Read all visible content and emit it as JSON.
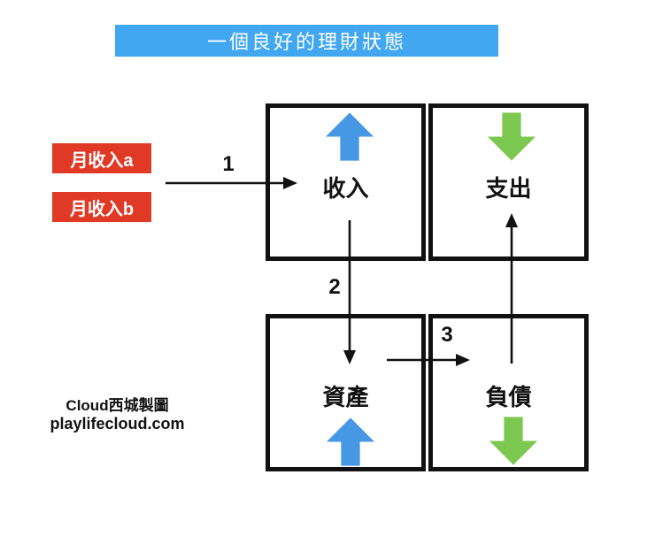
{
  "title": {
    "text": "一個良好的理財狀態"
  },
  "colors": {
    "banner_blue": "#41a7f0",
    "badge_red": "#e03a26",
    "arrow_blue": "#4697e4",
    "arrow_green": "#7dc850",
    "line_black": "#111111"
  },
  "income_sources": [
    {
      "label": "月收入a"
    },
    {
      "label": "月收入b"
    }
  ],
  "quadrants": [
    {
      "id": "income",
      "label": "收入",
      "trend": "up",
      "trend_color": "#4697e4"
    },
    {
      "id": "expense",
      "label": "支出",
      "trend": "down",
      "trend_color": "#7dc850"
    },
    {
      "id": "assets",
      "label": "資產",
      "trend": "up",
      "trend_color": "#4697e4"
    },
    {
      "id": "liabilities",
      "label": "負債",
      "trend": "down",
      "trend_color": "#7dc850"
    }
  ],
  "flow_steps": {
    "step1": "1",
    "step2": "2",
    "step3": "3"
  },
  "footer": {
    "line1": "Cloud西城製圖",
    "line2": "playlifecloud.com"
  }
}
